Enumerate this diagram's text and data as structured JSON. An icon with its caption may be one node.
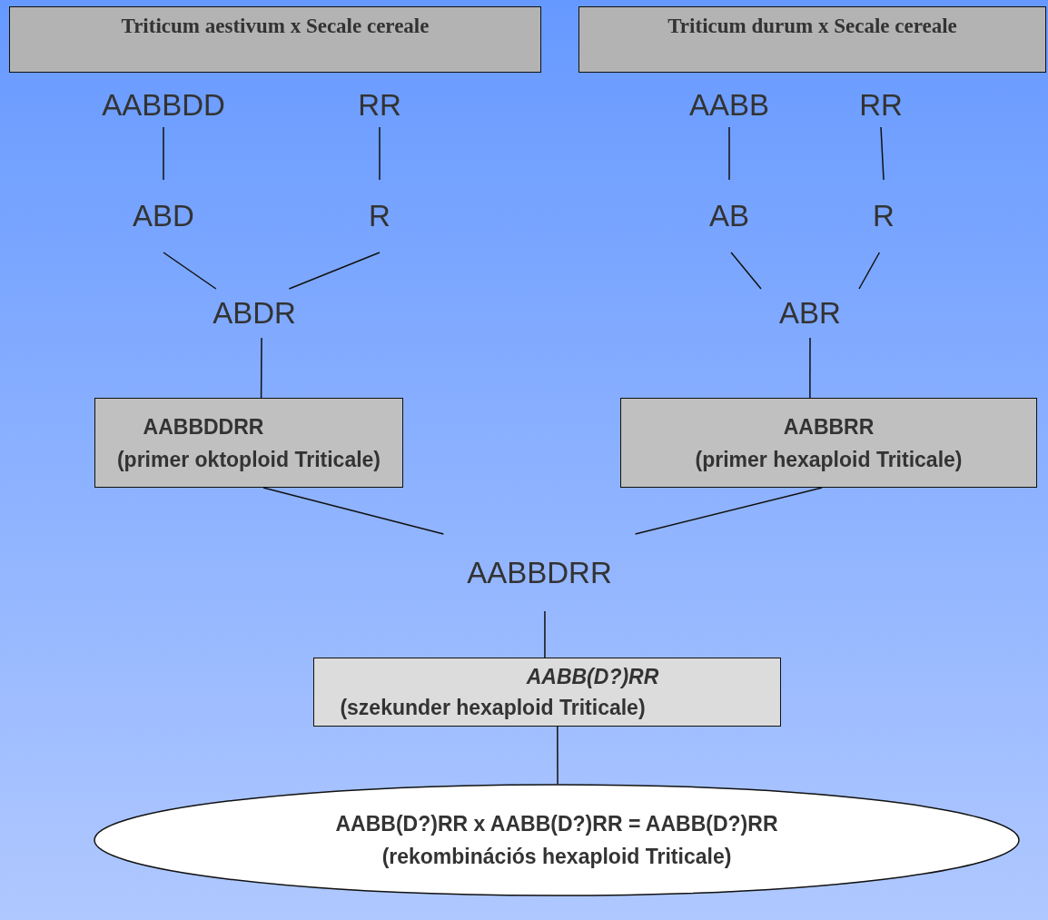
{
  "diagram": {
    "nodes": [
      {
        "text": [
          "Triticum aestivum x Secale cereale"
        ]
      },
      {
        "text": [
          "Triticum durum x Secale cereale"
        ]
      },
      {
        "text": [
          "AABBDD"
        ]
      },
      {
        "text": [
          "RR"
        ]
      },
      {
        "text": [
          "AABB"
        ]
      },
      {
        "text": [
          "RR"
        ]
      },
      {
        "text": [
          "ABD"
        ]
      },
      {
        "text": [
          "R"
        ]
      },
      {
        "text": [
          "AB"
        ]
      },
      {
        "text": [
          "R"
        ]
      },
      {
        "text": [
          "ABDR"
        ]
      },
      {
        "text": [
          "ABR"
        ]
      },
      {
        "text": [
          "AABBDDRR",
          "(primer oktoploid Triticale)"
        ]
      },
      {
        "text": [
          "AABBRR",
          "(primer hexaploid Triticale)"
        ]
      },
      {
        "text": [
          "AABBDRR"
        ]
      },
      {
        "text": [
          "AABB(D?)RR",
          "(szekunder hexaploid Triticale)"
        ]
      },
      {
        "text": [
          "AABB(D?)RR  x AABB(D?)RR = AABB(D?)RR",
          "(rekombinációs hexaploid Triticale)"
        ]
      }
    ],
    "edges": [
      {
        "from": 2,
        "to": 6,
        "arrow": "none"
      },
      {
        "from": 3,
        "to": 7,
        "arrow": "none"
      },
      {
        "from": 4,
        "to": 8,
        "arrow": "none"
      },
      {
        "from": 5,
        "to": 9,
        "arrow": "none"
      },
      {
        "from": 6,
        "to": 10,
        "arrow": "none"
      },
      {
        "from": 7,
        "to": 10,
        "arrow": "none"
      },
      {
        "from": 8,
        "to": 11,
        "arrow": "none"
      },
      {
        "from": 9,
        "to": 11,
        "arrow": "none"
      },
      {
        "from": 10,
        "to": 12,
        "arrow": "none"
      },
      {
        "from": 11,
        "to": 13,
        "arrow": "none"
      },
      {
        "from": 12,
        "to": 14,
        "arrow": "none"
      },
      {
        "from": 13,
        "to": 14,
        "arrow": "none"
      },
      {
        "from": 14,
        "to": 15,
        "arrow": "none"
      },
      {
        "from": 15,
        "to": 16,
        "arrow": "none"
      }
    ]
  }
}
